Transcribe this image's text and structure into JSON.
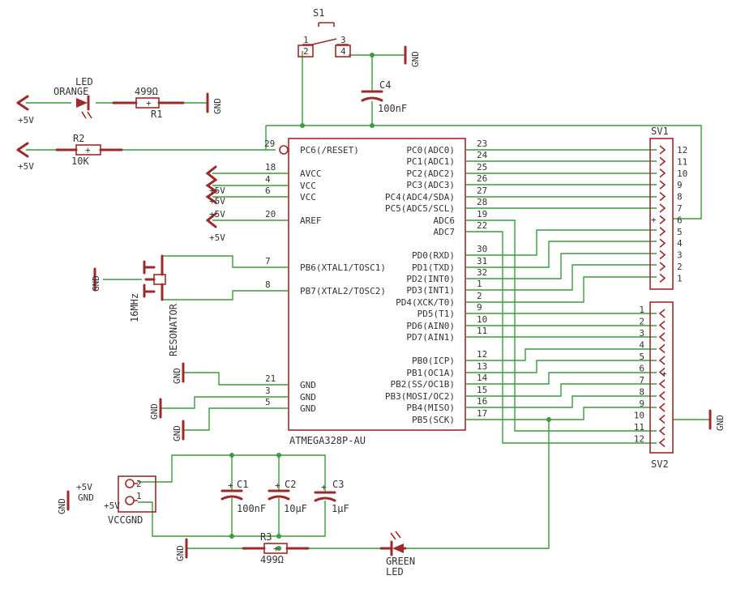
{
  "switch": {
    "ref": "S1",
    "pins": [
      "1",
      "2",
      "3",
      "4"
    ],
    "gnd": "GND"
  },
  "c4": {
    "ref": "C4",
    "value": "100nF"
  },
  "led_orange": {
    "label1": "LED",
    "label2": "ORANGE",
    "supply": "+5V"
  },
  "r1": {
    "value": "499Ω",
    "ref": "R1",
    "gnd": "GND"
  },
  "r2": {
    "ref": "R2",
    "value": "10K",
    "supply": "+5V"
  },
  "mcu": {
    "name": "ATMEGA328P-AU",
    "left_pins": [
      {
        "num": "29",
        "name": "PC6(/RESET)"
      },
      {
        "num": "18",
        "name": "AVCC"
      },
      {
        "num": "4",
        "name": "VCC"
      },
      {
        "num": "6",
        "name": "VCC"
      },
      {
        "num": "20",
        "name": "AREF"
      },
      {
        "num": "7",
        "name": "PB6(XTAL1/TOSC1)"
      },
      {
        "num": "8",
        "name": "PB7(XTAL2/TOSC2)"
      },
      {
        "num": "21",
        "name": "GND"
      },
      {
        "num": "3",
        "name": "GND"
      },
      {
        "num": "5",
        "name": "GND"
      }
    ],
    "right_pins": [
      {
        "num": "23",
        "name": "PC0(ADC0)"
      },
      {
        "num": "24",
        "name": "PC1(ADC1)"
      },
      {
        "num": "25",
        "name": "PC2(ADC2)"
      },
      {
        "num": "26",
        "name": "PC3(ADC3)"
      },
      {
        "num": "27",
        "name": "PC4(ADC4/SDA)"
      },
      {
        "num": "28",
        "name": "PC5(ADC5/SCL)"
      },
      {
        "num": "19",
        "name": "ADC6"
      },
      {
        "num": "22",
        "name": "ADC7"
      },
      {
        "num": "30",
        "name": "PD0(RXD)"
      },
      {
        "num": "31",
        "name": "PD1(TXD)"
      },
      {
        "num": "32",
        "name": "PD2(INT0)"
      },
      {
        "num": "1",
        "name": "PD3(INT1)"
      },
      {
        "num": "2",
        "name": "PD4(XCK/T0)"
      },
      {
        "num": "9",
        "name": "PD5(T1)"
      },
      {
        "num": "10",
        "name": "PD6(AIN0)"
      },
      {
        "num": "11",
        "name": "PD7(AIN1)"
      },
      {
        "num": "12",
        "name": "PB0(ICP)"
      },
      {
        "num": "13",
        "name": "PB1(OC1A)"
      },
      {
        "num": "14",
        "name": "PB2(SS/OC1B)"
      },
      {
        "num": "15",
        "name": "PB3(MOSI/OC2)"
      },
      {
        "num": "16",
        "name": "PB4(MISO)"
      },
      {
        "num": "17",
        "name": "PB5(SCK)"
      }
    ]
  },
  "supply_labels": [
    "+5V",
    "+5V",
    "+5V",
    "+5V"
  ],
  "resonator": {
    "freq": "16MHz",
    "label": "RESONATOR",
    "gnd": "GND"
  },
  "sv1": {
    "ref": "SV1",
    "pins": [
      "12",
      "11",
      "10",
      "9",
      "8",
      "7",
      "6",
      "5",
      "4",
      "3",
      "2",
      "1"
    ],
    "mark": "+"
  },
  "sv2": {
    "ref": "SV2",
    "pins": [
      "1",
      "2",
      "3",
      "4",
      "5",
      "6",
      "7",
      "8",
      "9",
      "10",
      "11",
      "12"
    ],
    "mark": "+",
    "gnd": "GND"
  },
  "gnd_labels": [
    "GND",
    "GND",
    "GND"
  ],
  "power_conn": {
    "ref": "VCCGND",
    "pin2": "2",
    "pin1": "1",
    "v": "+5V",
    "g": "GND",
    "v2": "+5V",
    "gnd_left": "GND"
  },
  "c1": {
    "ref": "C1",
    "value": "100nF"
  },
  "c2": {
    "ref": "C2",
    "value": "10µF"
  },
  "c3": {
    "ref": "C3",
    "value": "1µF"
  },
  "r3": {
    "ref": "R3",
    "value": "499Ω",
    "gnd": "GND"
  },
  "led_green": {
    "label1": "GREEN",
    "label2": "LED"
  }
}
